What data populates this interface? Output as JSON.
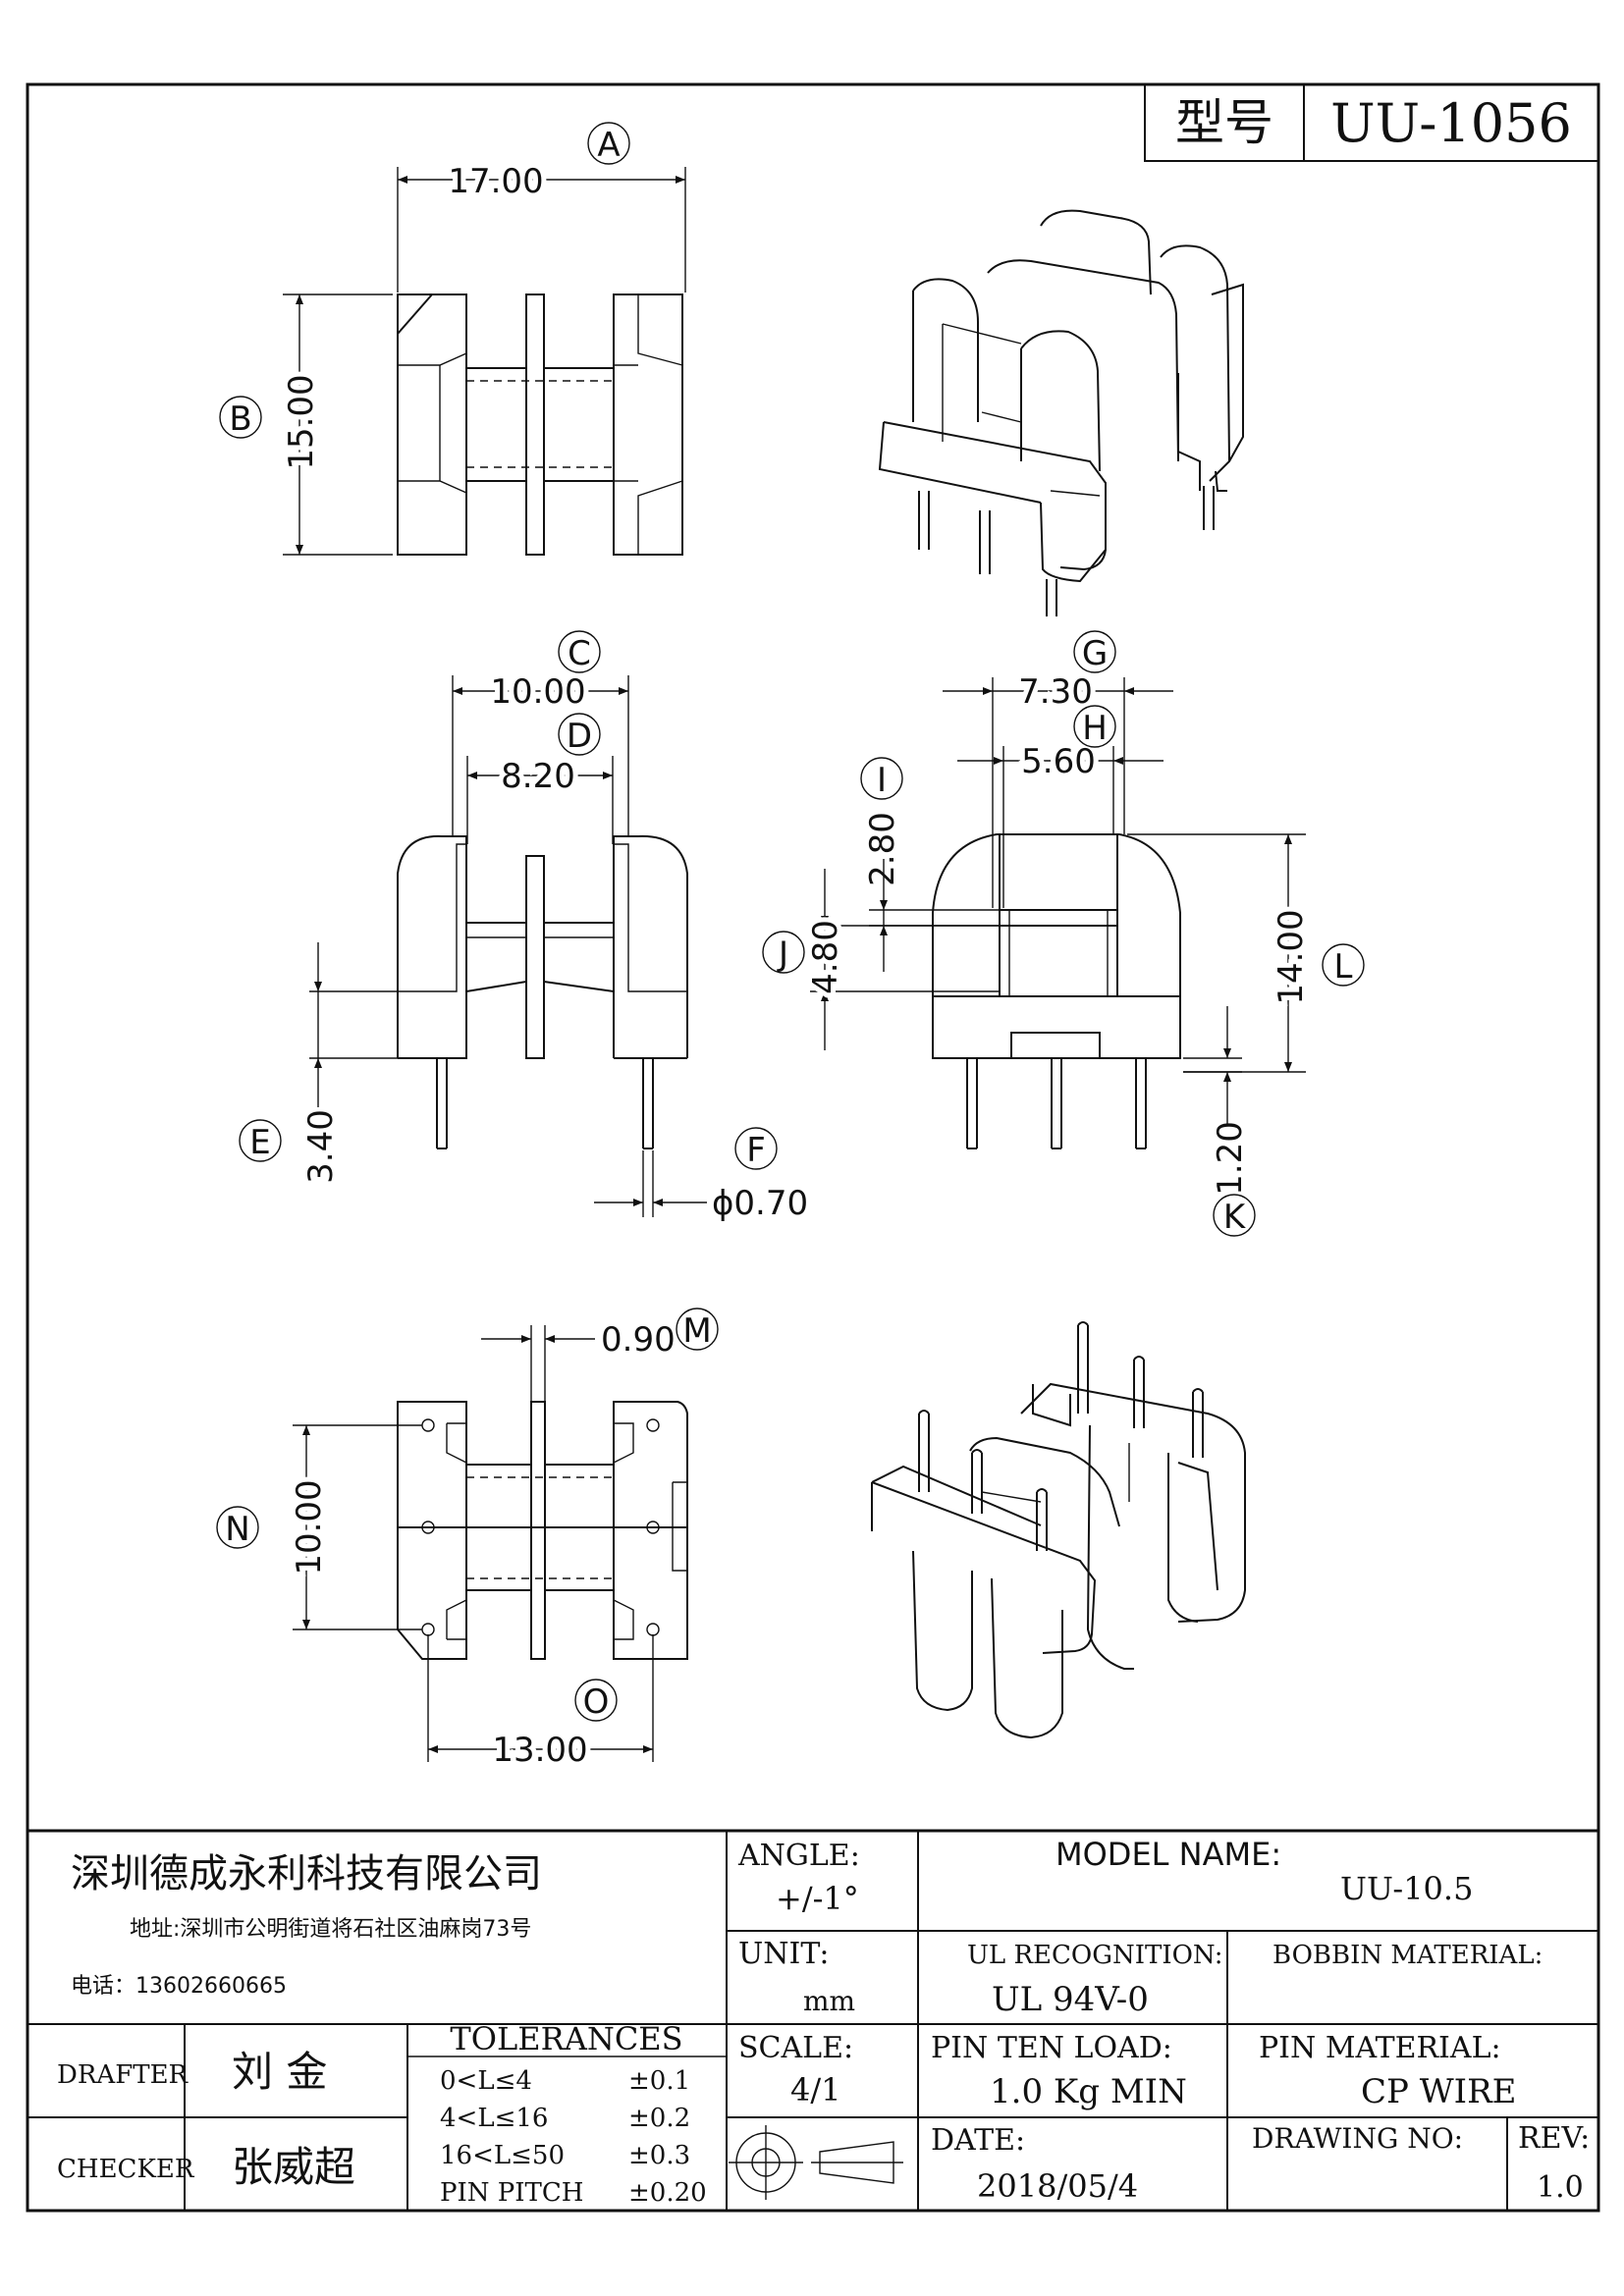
{
  "header": {
    "model_label": "型号",
    "model_value": "UU-1056"
  },
  "dimensions": {
    "A": {
      "marker": "A",
      "value": "17.00"
    },
    "B": {
      "marker": "B",
      "value": "15.00"
    },
    "C": {
      "marker": "C",
      "value": "10.00"
    },
    "D": {
      "marker": "D",
      "value": "8.20"
    },
    "E": {
      "marker": "E",
      "value": "3.40"
    },
    "F": {
      "marker": "F",
      "value": "ϕ0.70"
    },
    "G": {
      "marker": "G",
      "value": "7.30"
    },
    "H": {
      "marker": "H",
      "value": "5.60"
    },
    "I": {
      "marker": "I",
      "value": "2.80"
    },
    "J": {
      "marker": "J",
      "value": "4.80"
    },
    "K": {
      "marker": "K",
      "value": "1.20"
    },
    "L": {
      "marker": "L",
      "value": "14.00"
    },
    "M": {
      "marker": "M",
      "value": "0.90"
    },
    "N": {
      "marker": "N",
      "value": "10.00"
    },
    "O": {
      "marker": "O",
      "value": "13.00"
    }
  },
  "title_block": {
    "company_name": "深圳德成永利科技有限公司",
    "address": "地址:深圳市公明街道将石社区油麻岗73号",
    "phone": "电话：13602660665",
    "angle_label": "ANGLE:",
    "angle_value": "+/-1°",
    "model_name_label": "MODEL NAME:",
    "model_name_value": "UU-10.5",
    "unit_label": "UNIT:",
    "unit_value": "mm",
    "ul_label": "UL RECOGNITION:",
    "ul_value": "UL 94V-0",
    "bobbin_label": "BOBBIN MATERIAL:",
    "bobbin_value": "",
    "drafter_label": "DRAFTER",
    "drafter_value": "刘  金",
    "checker_label": "CHECKER",
    "checker_value": "张威超",
    "tolerances_label": "TOLERANCES",
    "tolerances": [
      {
        "range": "0<L≤4",
        "tol": "±0.1"
      },
      {
        "range": "4<L≤16",
        "tol": "±0.2"
      },
      {
        "range": "16<L≤50",
        "tol": "±0.3"
      },
      {
        "range": "PIN PITCH",
        "tol": "±0.20"
      }
    ],
    "scale_label": "SCALE:",
    "scale_value": "4/1",
    "pin_load_label": "PIN TEN LOAD:",
    "pin_load_value": "1.0 Kg MIN",
    "pin_material_label": "PIN MATERIAL:",
    "pin_material_value": "CP WIRE",
    "date_label": "DATE:",
    "date_value": "2018/05/4",
    "drawing_no_label": "DRAWING NO:",
    "drawing_no_value": "",
    "rev_label": "REV:",
    "rev_value": "1.0"
  }
}
